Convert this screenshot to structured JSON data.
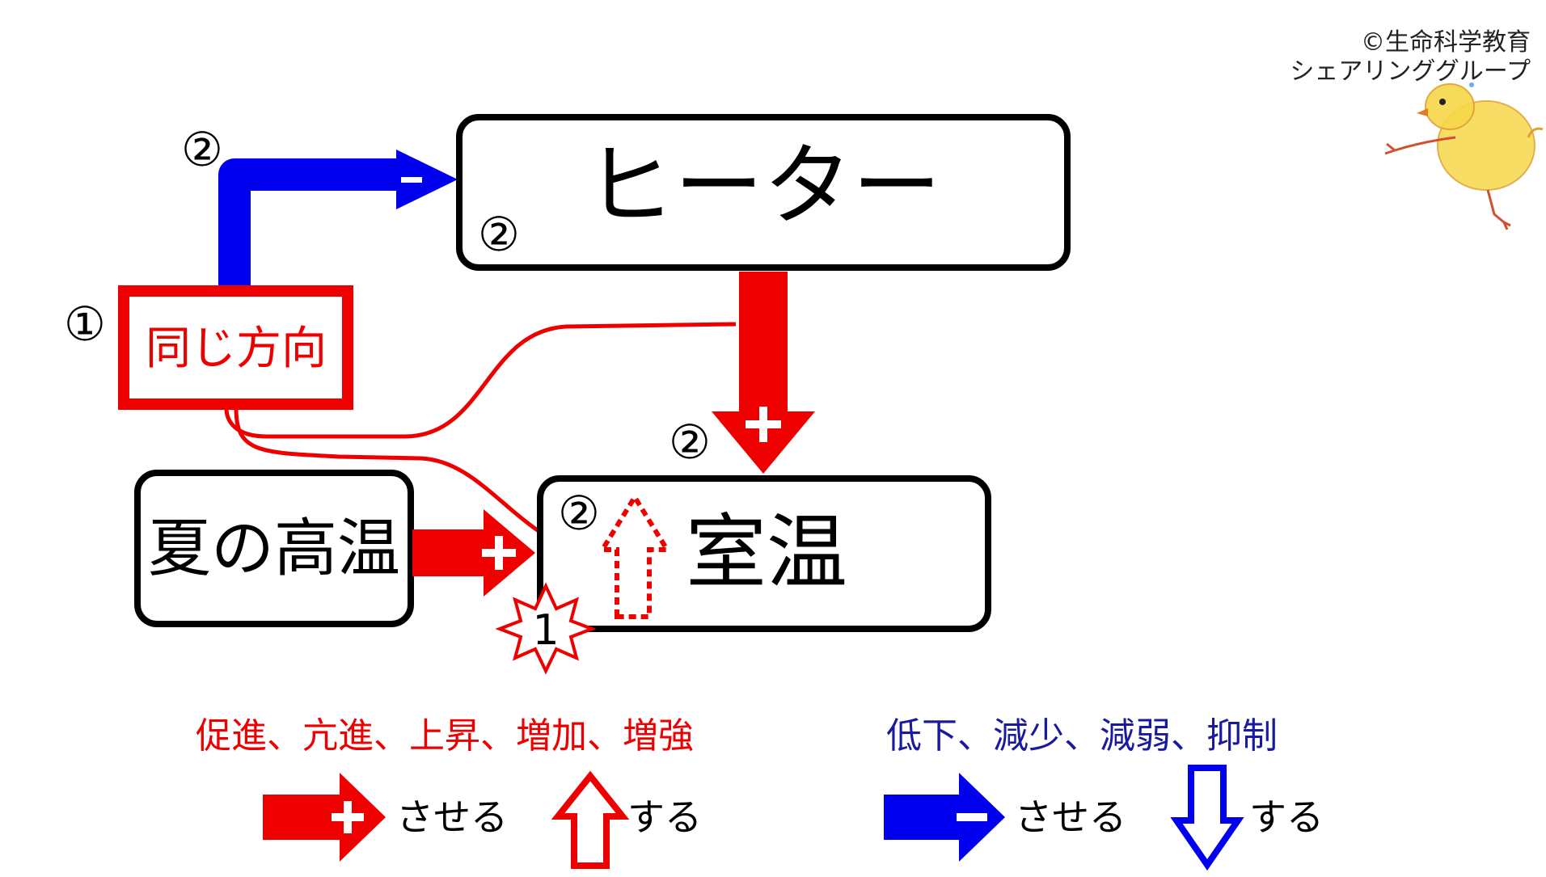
{
  "copyright": {
    "line1": "©生命科学教育",
    "line2": "シェアリンググループ"
  },
  "nodes": {
    "heater": "ヒーター",
    "room_temp": "室温",
    "summer_heat": "夏の高温",
    "same_direction": "同じ方向"
  },
  "markers": {
    "circled_one": "①",
    "circled_two": "②",
    "star_one": "1",
    "plus": "+",
    "minus": "−"
  },
  "legend": {
    "red_terms": "促進、亢進、上昇、増加、増強",
    "blue_terms": "低下、減少、減弱、抑制",
    "make_do": "させる",
    "do": "する"
  },
  "colors": {
    "red": "#ee0000",
    "blue": "#0000ee",
    "navy_text": "#1a1aa0",
    "black": "#000000"
  }
}
